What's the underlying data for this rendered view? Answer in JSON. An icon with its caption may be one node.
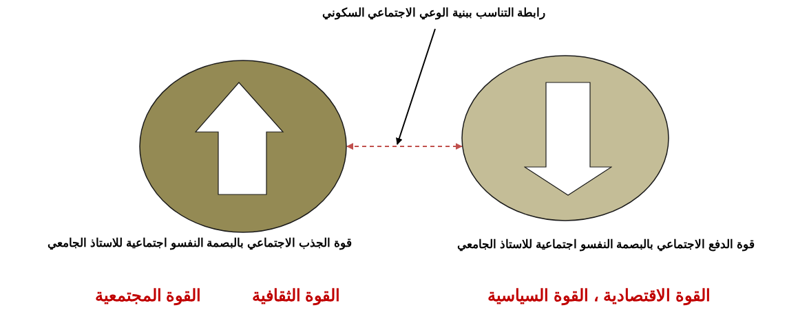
{
  "diagram": {
    "nodes": [
      {
        "text": [],
        "shape": "circle",
        "beside": [
          "قوة الجذب الاجتماعي بالبصمة النفسو اجتماعية للاستاذ الجامعي",
          "القوة الثقافية",
          "القوة المجتمعية"
        ]
      },
      {
        "text": [],
        "shape": "circle",
        "beside": [
          "قوة الدفع الاجتماعي بالبصمة النفسو اجتماعية للاستاذ الجامعي",
          "القوة الاقتصادية ، القوة السياسية"
        ]
      },
      {
        "text": [
          "رابطة التناسب ببنية الوعي الاجتماعي السكوني"
        ]
      }
    ],
    "edges": [
      {
        "from": 0,
        "to": 1,
        "arrow": "both",
        "style": "dashed",
        "color": "#c0504d"
      },
      {
        "from": 2,
        "to": null,
        "arrow": "to",
        "color": "#000000"
      }
    ]
  }
}
